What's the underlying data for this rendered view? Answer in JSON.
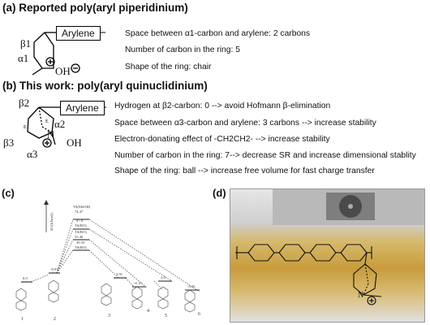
{
  "section_a": {
    "title": "(a) Reported poly(aryl piperidinium)",
    "arylene": "Arylene",
    "beta": "β1",
    "alpha": "α1",
    "hydroxide": "OH",
    "lines": [
      "Space between α1-carbon and arylene: 2 carbons",
      "Number of carbon in the ring: 5",
      "Shape of the ring: chair"
    ]
  },
  "section_b": {
    "title": "(b) This work: poly(aryl quinuclidinium)",
    "arylene": "Arylene",
    "beta2": "β2",
    "alpha2": "α2",
    "beta3": "β3",
    "alpha3": "α3",
    "n_label": "N",
    "hydroxide": "OH",
    "lines": [
      "Hydrogen at β2-carbon: 0 --> avoid Hofmann β-elimination",
      "Space between α3-carbon and arylene: 3 carbons --> increase stability",
      "Electron-donating effect of -CH2CH2- --> increase stability",
      "Number of carbon in the ring: 7--> decrease SR and increase dimensional stablity",
      "Shape of the ring: ball --> increase free volume for fast charge transfer"
    ]
  },
  "panel_c": {
    "letter": "(c)",
    "axis_label": "ΔG(kJ/mol)",
    "states": [
      {
        "id": "1",
        "energy": "0.0"
      },
      {
        "id": "2",
        "energy": "-8.97"
      },
      {
        "id": "3",
        "energy": "3.91"
      },
      {
        "id": "4",
        "energy": "-0.15"
      },
      {
        "id": "5",
        "energy": "2.0"
      },
      {
        "id": "6",
        "energy": "-0.35"
      }
    ],
    "transition_states": [
      {
        "label": "TS(MeOH)",
        "value": "74.47"
      },
      {
        "label": "TS(RO)",
        "value": "47.0"
      },
      {
        "label": "TS(RO)",
        "value": "35.40"
      },
      {
        "label": "TS(RO)",
        "value": "39.33"
      }
    ]
  },
  "panel_d": {
    "letter": "(d)",
    "n_label": "N"
  }
}
